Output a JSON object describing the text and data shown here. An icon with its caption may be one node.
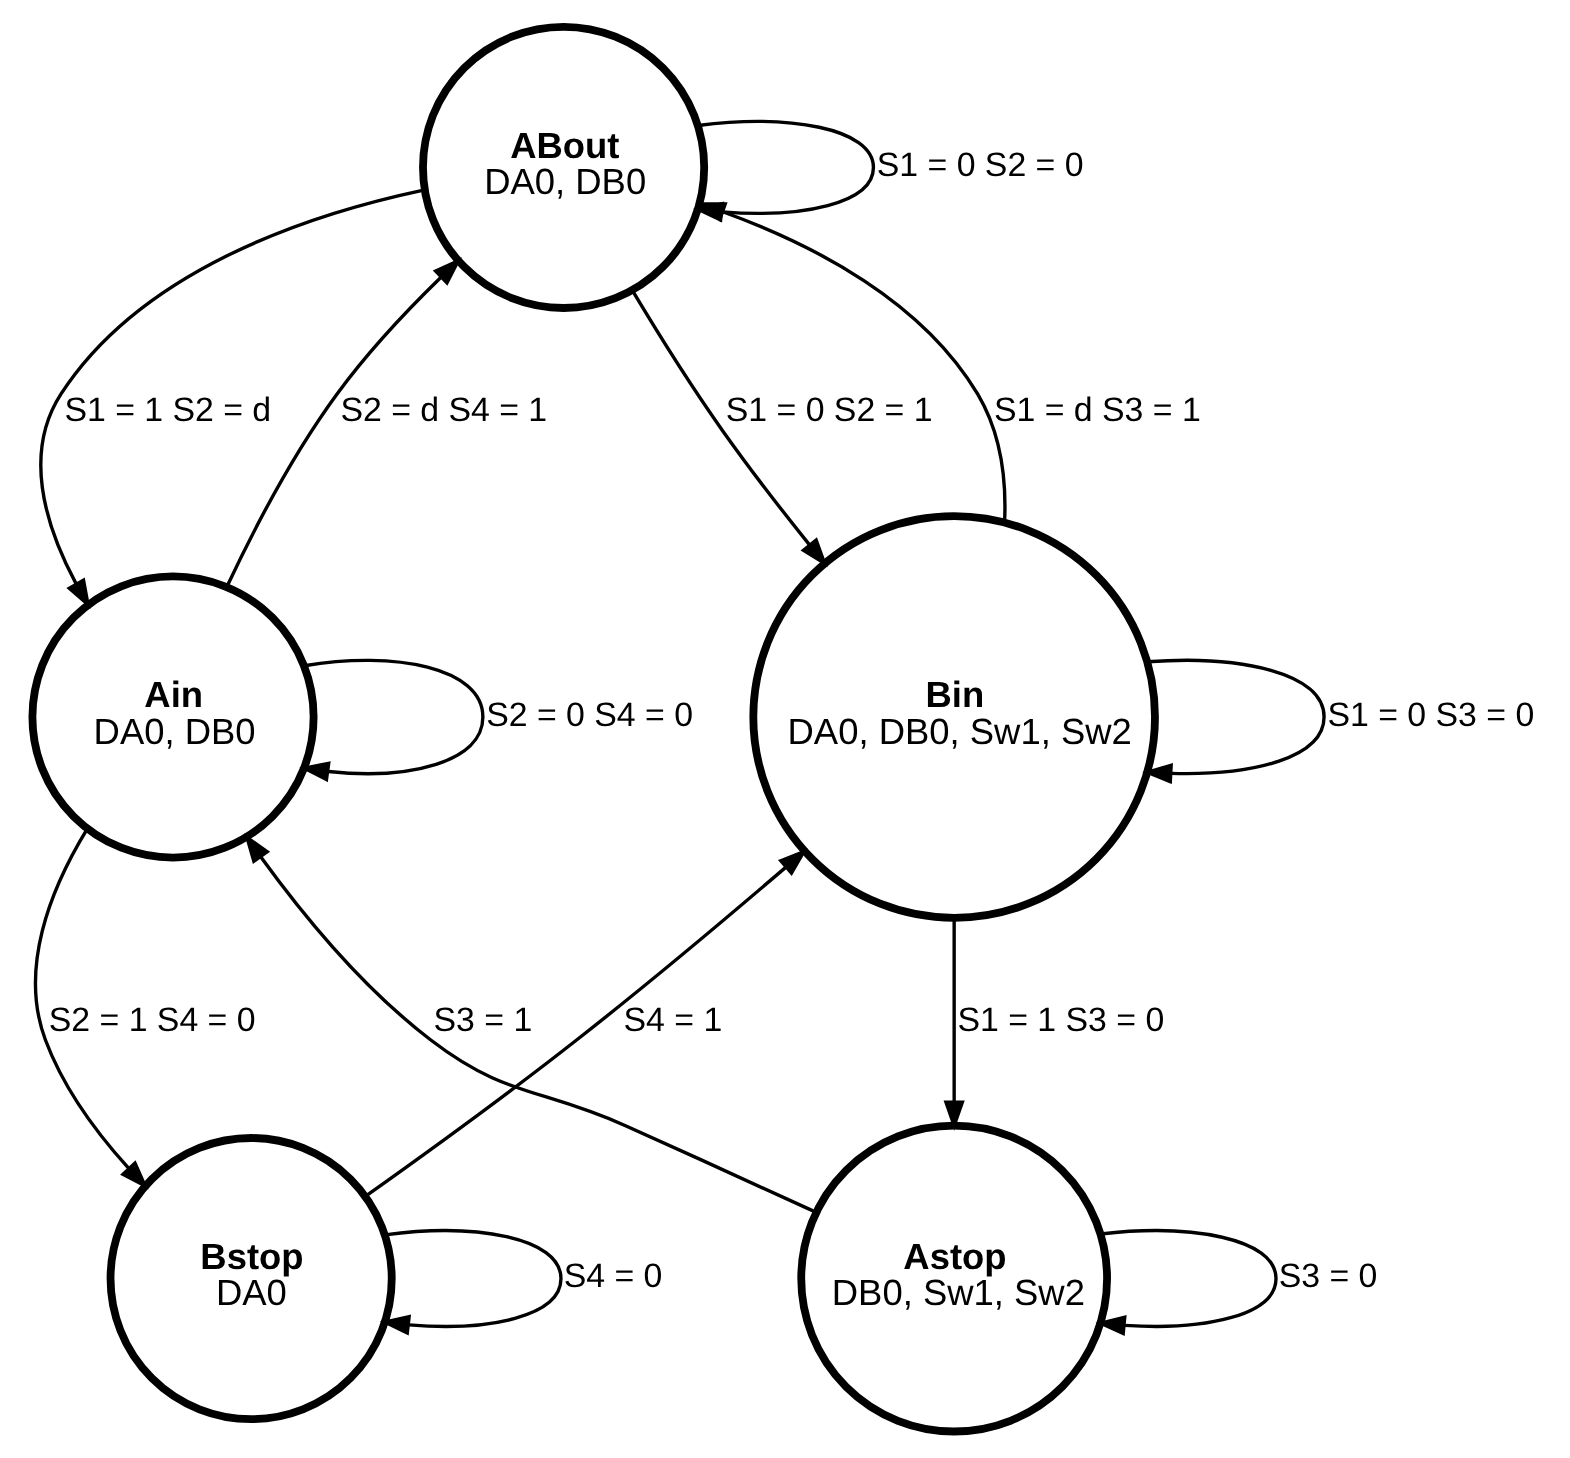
{
  "diagram": {
    "nodes": [
      {
        "text": [
          "ABout",
          "DA0, DB0"
        ]
      },
      {
        "text": [
          "Ain",
          "DA0, DB0"
        ]
      },
      {
        "text": [
          "Bin",
          "DA0, DB0, Sw1, Sw2"
        ]
      },
      {
        "text": [
          "Bstop",
          "DA0"
        ]
      },
      {
        "text": [
          "Astop",
          "DB0, Sw1, Sw2"
        ]
      }
    ],
    "edges": [
      {
        "from": 0,
        "to": 0,
        "arrow": "to",
        "label": "S1 = 0 S2 = 0"
      },
      {
        "from": 1,
        "to": 0,
        "arrow": "to",
        "label": "S2 = d S4 = 1"
      },
      {
        "from": 0,
        "to": 1,
        "arrow": "to",
        "label": "S1 = 1 S2 = d"
      },
      {
        "from": 2,
        "to": 0,
        "arrow": "to",
        "label": "S1 = d S3 = 1"
      },
      {
        "from": 0,
        "to": 2,
        "arrow": "to",
        "label": "S1 = 0 S2 = 1"
      },
      {
        "from": 1,
        "to": 1,
        "arrow": "to",
        "label": "S2 = 0 S4 = 0"
      },
      {
        "from": 2,
        "to": 2,
        "arrow": "to",
        "label": "S1 = 0 S3 = 0"
      },
      {
        "from": 1,
        "to": 3,
        "arrow": "to",
        "label": "S2 = 1 S4 = 0"
      },
      {
        "from": 2,
        "to": 4,
        "arrow": "to",
        "label": "S1 = 1 S3 = 0"
      },
      {
        "from": 4,
        "to": 1,
        "arrow": "to",
        "label": "S3 = 1"
      },
      {
        "from": 3,
        "to": 2,
        "arrow": "to",
        "label": "S4 = 1"
      },
      {
        "from": 3,
        "to": 3,
        "arrow": "to",
        "label": "S4 = 0"
      },
      {
        "from": 4,
        "to": 4,
        "arrow": "to",
        "label": "S3 = 0"
      }
    ]
  }
}
